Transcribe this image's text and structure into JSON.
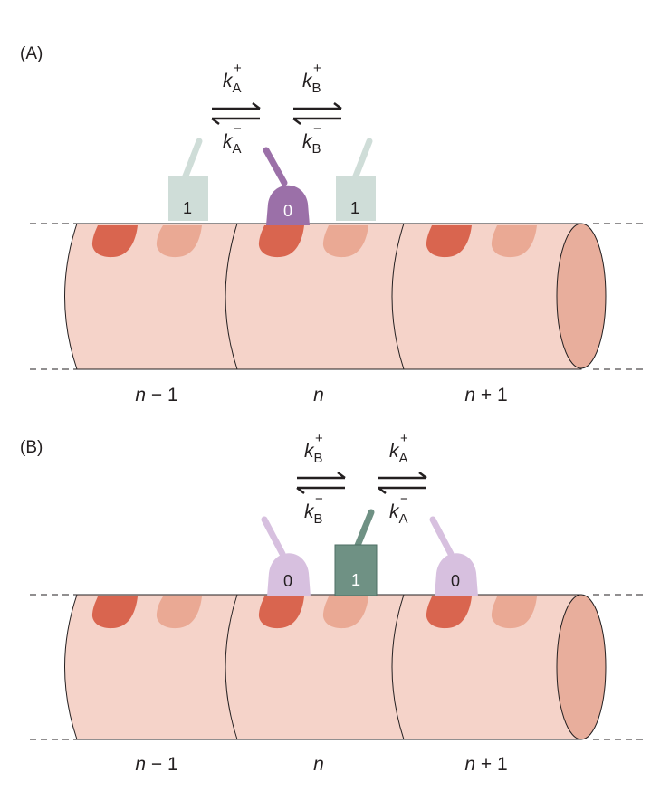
{
  "panels": [
    {
      "label": "(A)",
      "rates": [
        {
          "k": "k",
          "sub": "A",
          "fwd_sup": "+",
          "rev_sup": "−"
        },
        {
          "k": "k",
          "sub": "B",
          "fwd_sup": "+",
          "rev_sup": "−"
        }
      ],
      "states": [
        "1",
        "0",
        "1"
      ],
      "segments": [
        {
          "var": "n",
          "suffix": " − 1"
        },
        {
          "var": "n",
          "suffix": ""
        },
        {
          "var": "n",
          "suffix": " + 1"
        }
      ]
    },
    {
      "label": "(B)",
      "rates": [
        {
          "k": "k",
          "sub": "B",
          "fwd_sup": "+",
          "rev_sup": "−"
        },
        {
          "k": "k",
          "sub": "A",
          "fwd_sup": "+",
          "rev_sup": "−"
        }
      ],
      "states": [
        "0",
        "1",
        "0"
      ],
      "segments": [
        {
          "var": "n",
          "suffix": " − 1"
        },
        {
          "var": "n",
          "suffix": ""
        },
        {
          "var": "n",
          "suffix": " + 1"
        }
      ]
    }
  ],
  "colors": {
    "filament_body": "#f5d3c9",
    "filament_end": "#e8ae9c",
    "site_dark": "#d9654f",
    "site_light": "#eaa994",
    "state1_light": "#cfddd8",
    "state1_dark": "#6f9184",
    "state0_light": "#d7c0df",
    "state0_dark": "#9b70a8"
  }
}
